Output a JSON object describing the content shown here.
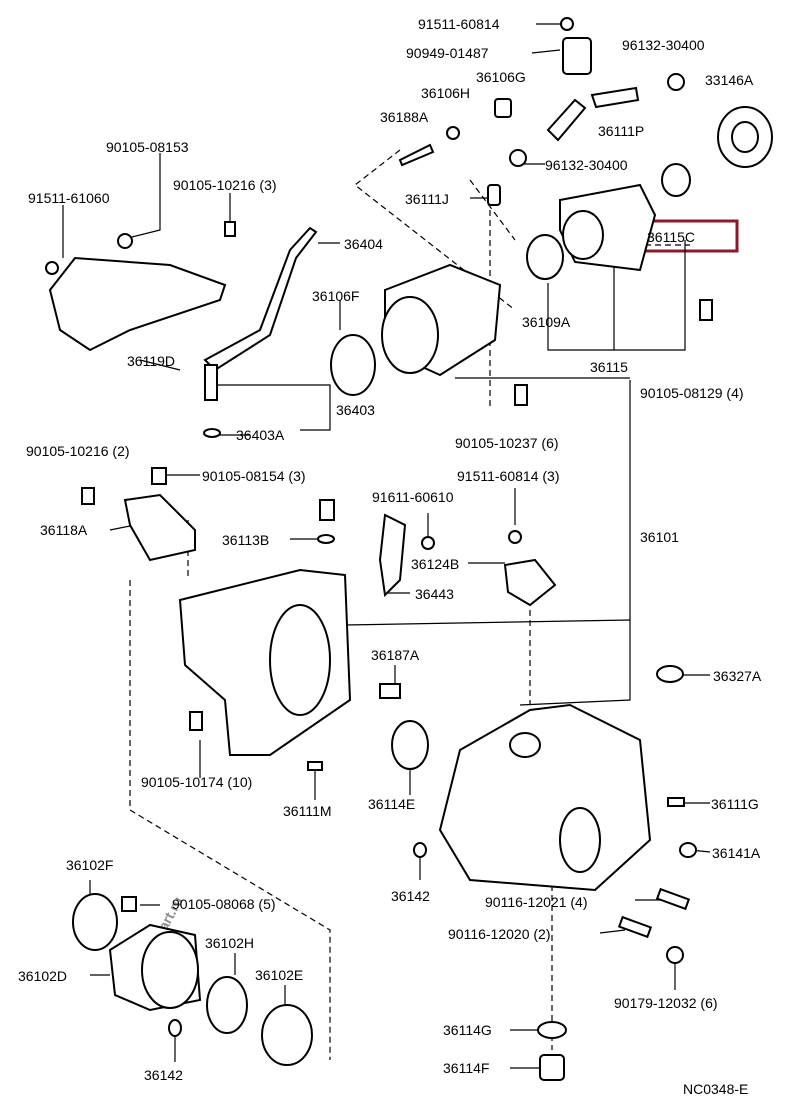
{
  "watermark": "ToyotaCarPart.ru",
  "drawing_code": "NC0348-E",
  "highlighted_part": "36115C",
  "labels": [
    "91511-60814",
    "90949-01487",
    "96132-30400",
    "36106G",
    "36106H",
    "33146A",
    "36188A",
    "36111P",
    "90105-08153",
    "96132-30400",
    "91511-61060",
    "90105-10216 (3)",
    "36111J",
    "36115C",
    "36404",
    "36106F",
    "36109A",
    "36119D",
    "36115",
    "90105-08129 (4)",
    "36403",
    "36403A",
    "90105-10237 (6)",
    "90105-10216 (2)",
    "90105-08154 (3)",
    "91511-60814 (3)",
    "91611-60610",
    "36118A",
    "36113B",
    "36124B",
    "36101",
    "36443",
    "36187A",
    "36327A",
    "90105-10174 (10)",
    "36114E",
    "36111M",
    "36111G",
    "36141A",
    "36142",
    "36102F",
    "90116-12021 (4)",
    "90105-08068 (5)",
    "90116-12020 (2)",
    "36102H",
    "36102E",
    "36102D",
    "90179-12032 (6)",
    "36142",
    "36114G",
    "36114F"
  ]
}
